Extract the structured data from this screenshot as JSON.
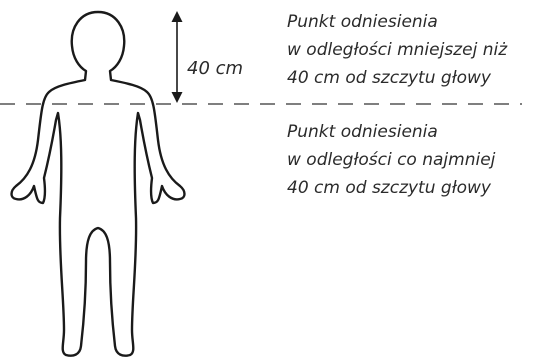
{
  "measure": {
    "label": "40 cm"
  },
  "annotation_above": {
    "lines": [
      "Punkt odniesienia",
      "w odległości mniejszej niż",
      "40 cm od szczytu głowy"
    ]
  },
  "annotation_below": {
    "lines": [
      "Punkt odniesienia",
      "w odległości co najmniej",
      "40 cm od szczytu głowy"
    ]
  },
  "colors": {
    "ink": "#1a1a1a",
    "text": "#2b2b2b",
    "reference_line": "#555555"
  }
}
